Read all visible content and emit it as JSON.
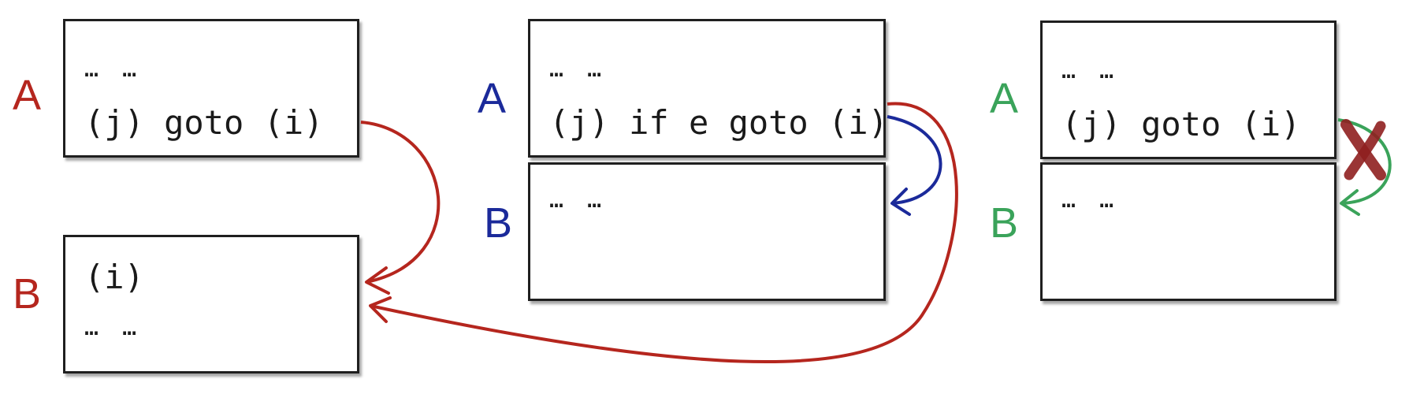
{
  "colors": {
    "red": "#b5261e",
    "blue": "#1b2a9a",
    "green": "#3aa35a",
    "cross": "#8f1f1f"
  },
  "panel1": {
    "label_a": "A",
    "label_b": "B",
    "box_a": {
      "line1": "… …",
      "line2": "(j) goto (i)"
    },
    "box_b": {
      "line1": "(i)",
      "line2": "… …"
    }
  },
  "panel2": {
    "label_a": "A",
    "label_b": "B",
    "box_a": {
      "line1": "… …",
      "line2": "(j) if e goto (i)"
    },
    "box_b": {
      "line1": "… …"
    }
  },
  "panel3": {
    "label_a": "A",
    "label_b": "B",
    "box_a": {
      "line1": "… …",
      "line2": "(j) goto (i)"
    },
    "box_b": {
      "line1": "… …"
    },
    "cross_icon": "cross-icon"
  }
}
